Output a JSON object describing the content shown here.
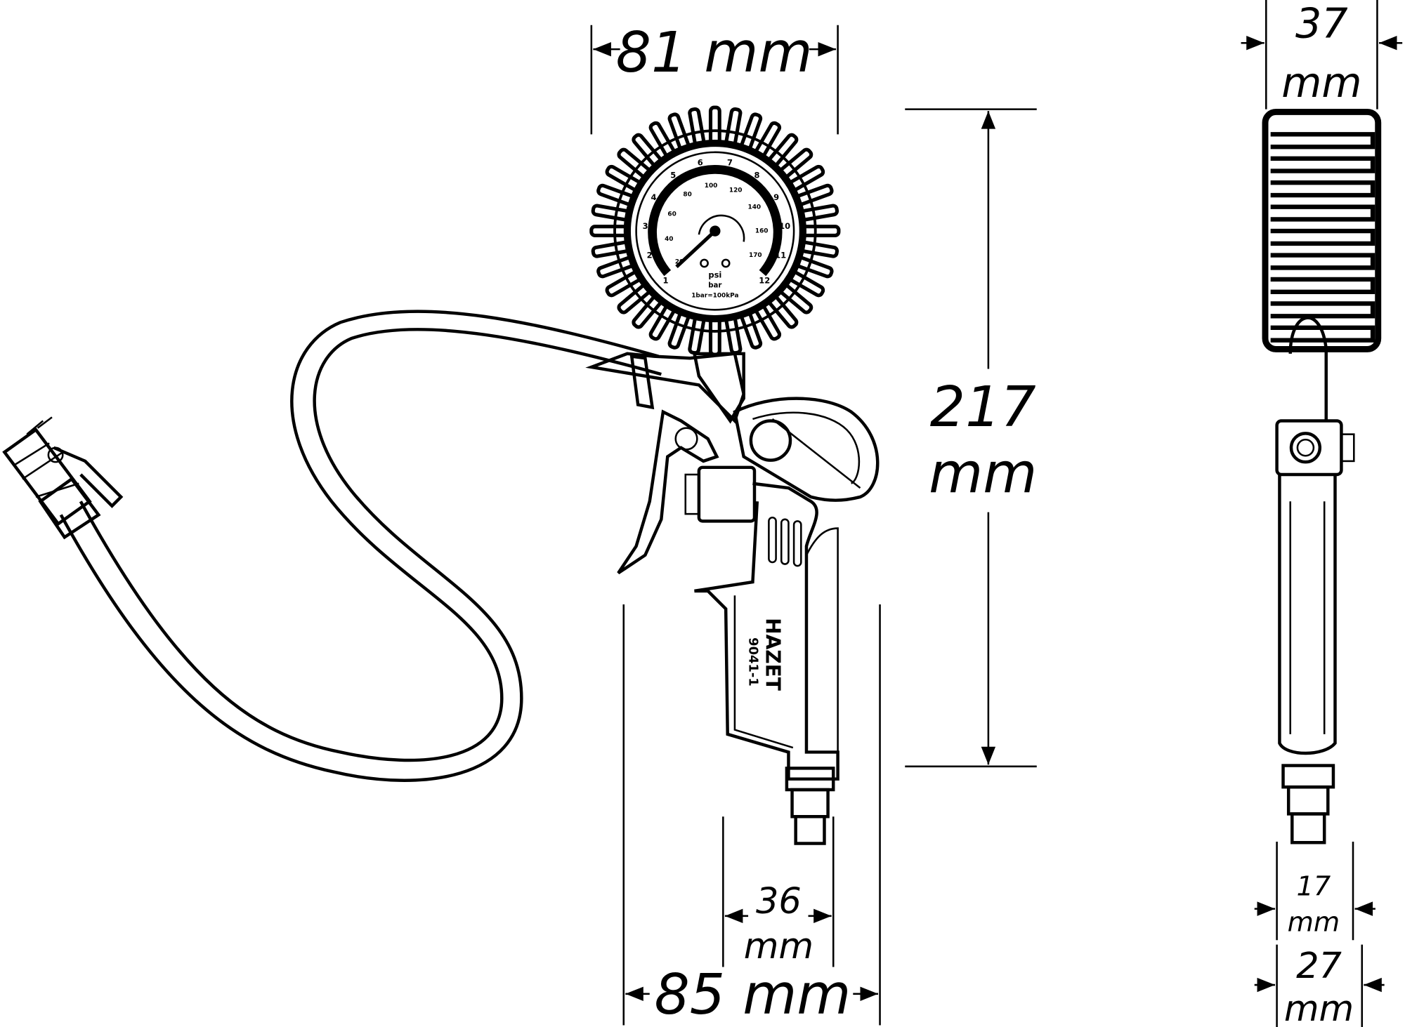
{
  "title": "HAZET 9041-1 tyre inflator dimension drawing",
  "product": {
    "brand": "HAZET",
    "model": "9041-1"
  },
  "gauge": {
    "bar_scale": [
      "1",
      "2",
      "3",
      "4",
      "5",
      "6",
      "7",
      "8",
      "9",
      "10",
      "11",
      "12"
    ],
    "psi_scale": [
      "20",
      "40",
      "60",
      "80",
      "100",
      "120",
      "140",
      "160",
      "170"
    ],
    "unit_psi": "psi",
    "unit_bar": "bar",
    "conversion": "1bar=100kPa"
  },
  "dimensions": {
    "gauge_width": {
      "value": "81",
      "unit": "mm"
    },
    "side_depth": {
      "value": "37",
      "unit": "mm"
    },
    "height": {
      "value": "217",
      "unit": "mm"
    },
    "grip_width": {
      "value": "36",
      "unit": "mm"
    },
    "overall_width": {
      "value": "85",
      "unit": "mm"
    },
    "connector_width": {
      "value": "17",
      "unit": "mm"
    },
    "base_width": {
      "value": "27",
      "unit": "mm"
    }
  },
  "colors": {
    "line": "#000000",
    "background": "#ffffff"
  }
}
